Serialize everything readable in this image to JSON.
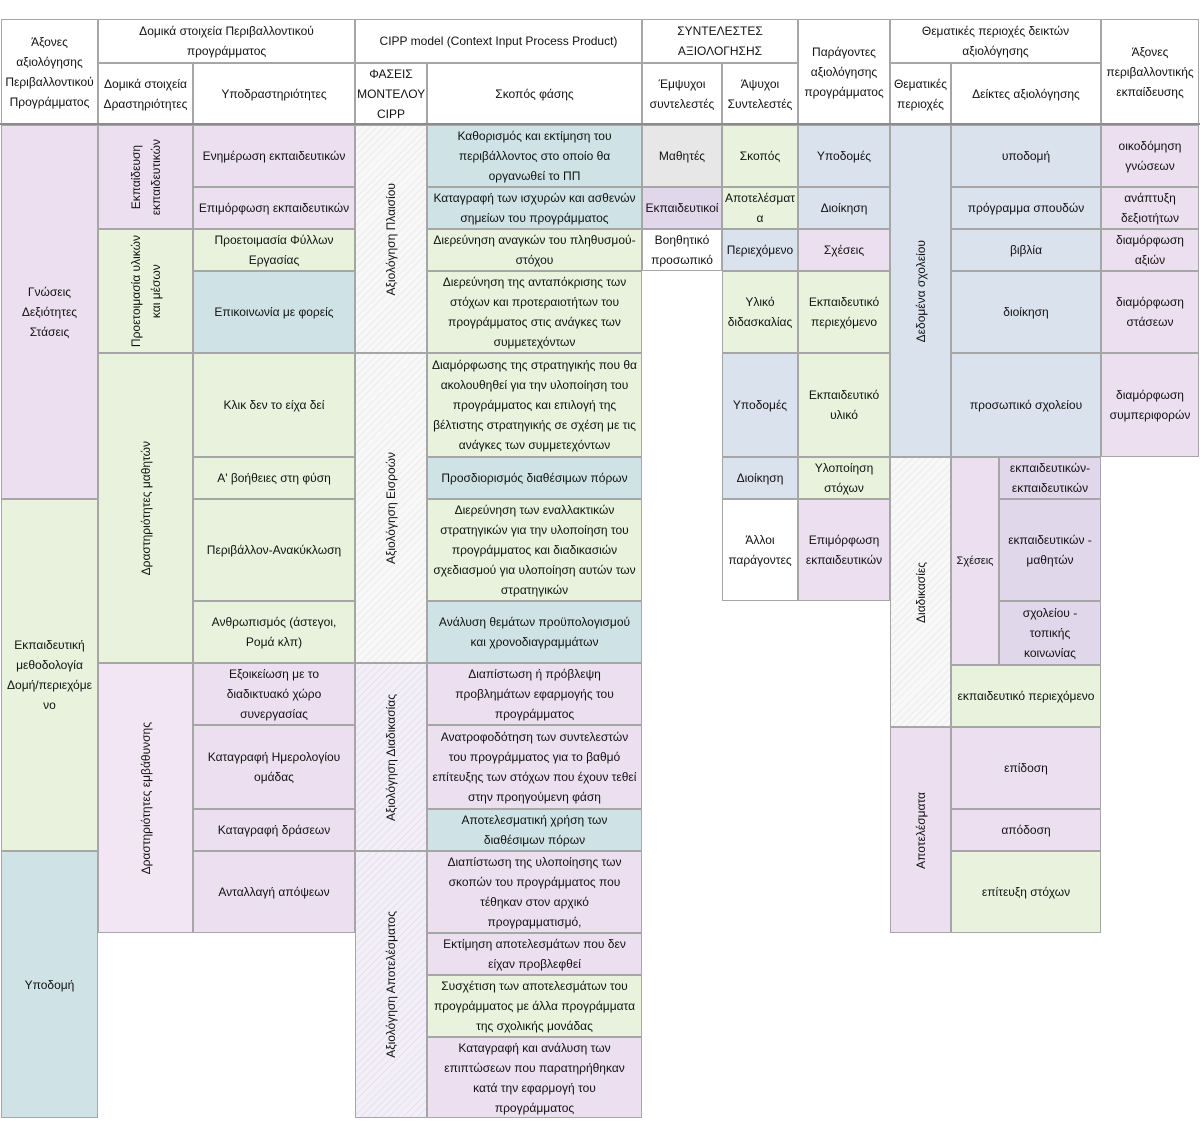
{
  "headers": {
    "axes_eval": "Άξονες αξιολόγησης Περιβαλλοντικού Προγράμματος",
    "structural": "Δομικά στοιχεία Περιβαλλοντικού προγράμματος",
    "structural_activities": "Δομικά στοιχεία Δραστηριότητες",
    "subactivities": "Υποδραστηριότητες",
    "cipp_model": "CIPP model (Context Input Process Product)",
    "model_phases": "ΦΑΣΕΙΣ ΜΟΝΤΕΛΟΥ CIPP",
    "phase_purpose": "Σκοπός φάσης",
    "eval_factors": "ΣΥΝΤΕΛΕΣΤΕΣ ΑΞΙΟΛΟΓΗΣΗΣ",
    "animate": "Έμψυχοι συντελεστές",
    "inanimate": "Άψυχοι Συντελεστές",
    "program_factors": "Παράγοντες αξιολόγησης προγράμματος",
    "thematic_indicators": "Θεματικές περιοχές δεικτών αξιολόγησης",
    "thematic_areas": "Θεματικές περιοχές",
    "indicators": "Δείκτες αξιολόγησης",
    "env_axes": "Άξονες περιβαλλοντικής εκπαίδευσης"
  },
  "axes": [
    "Γνώσεις\nΔεξιότητες\nΣτάσεις",
    "Εκπαιδευτική μεθοδολογία Δομή/περιεχόμε νο",
    "Υποδομή"
  ],
  "activities": [
    "Εκπαίδευση\nεκπαιδευτικών",
    "Προετοιμασία υλικών\nκαι μέσων",
    "Δραστηριότητες μαθητών",
    "Δραστηριότητες εμβάθυνσης"
  ],
  "subactivities": [
    "Ενημέρωση εκπαιδευτικών",
    "Επιμόρφωση εκπαιδευτικών",
    "Προετοιμασία Φύλλων Εργασίας",
    "Επικοινωνία με φορείς",
    "Κλικ δεν το είχα δεί",
    "Α' βοήθειες στη φύση",
    "Περιβάλλον-Ανακύκλωση",
    "Ανθρωπισμός (άστεγοι, Ρομά κλπ)",
    "Εξοικείωση με το διαδικτυακό χώρο συνεργασίας",
    "Καταγραφή Ημερολογίου ομάδας",
    "Καταγραφή δράσεων",
    "Ανταλλαγή απόψεων"
  ],
  "phases": [
    "Αξιολόγηση Πλαισίου",
    "Αξιολόγηση Εισροών",
    "Αξιολόγηση Διαδικασίας",
    "Αξιολόγηση Αποτελέσματος"
  ],
  "purposes": [
    "Καθορισμός και εκτίμηση του περιβάλλοντος στο οποίο θα οργανωθεί το ΠΠ",
    "Καταγραφή των ισχυρών και ασθενών σημείων του προγράμματος",
    "Διερεύνηση αναγκών του πληθυσμού-στόχου",
    "Διερεύνηση της ανταπόκρισης των στόχων και προτεραιοτήτων του προγράμματος στις ανάγκες των συμμετεχόντων",
    "Διαμόρφωσης της στρατηγικής που θα ακολουθηθεί για την υλοποίηση του προγράμματος και επιλογή της βέλτιστης στρατηγικής σε σχέση με τις ανάγκες των συμμετεχόντων",
    "Προσδιορισμός διαθέσιμων πόρων",
    "Διερεύνηση των εναλλακτικών στρατηγικών για την υλοποίηση του προγράμματος και διαδικασιών σχεδιασμού για υλοποίηση αυτών των στρατηγικών",
    "Ανάλυση θεμάτων προϋπολογισμού και χρονοδιαγραμμάτων",
    "Διαπίστωση ή πρόβλεψη προβλημάτων εφαρμογής του προγράμματος",
    "Ανατροφοδότηση των συντελεστών του προγράμματος για το βαθμό επίτευξης των στόχων που έχουν τεθεί στην προηγούμενη φάση",
    "Αποτελεσματική χρήση των διαθέσιμων πόρων",
    "Διαπίστωση της υλοποίησης των σκοπών του προγράμματος που τέθηκαν στον αρχικό προγραμματισμό,",
    "Εκτίμηση αποτελεσμάτων που δεν είχαν προβλεφθεί",
    "Συσχέτιση των αποτελεσμάτων του προγράμματος με άλλα προγράμματα της σχολικής μονάδας",
    "Καταγραφή και ανάλυση των επιπτώσεων που παρατηρήθηκαν κατά την εφαρμογή του προγράμματος"
  ],
  "animate": [
    "Μαθητές",
    "Εκπαιδευτικοί",
    "Βοηθητικό προσωπικό"
  ],
  "inanimate": [
    "Σκοπός",
    "Αποτελέσματ α",
    "Περιεχόμενο",
    "Υλικό διδασκαλίας",
    "Υποδομές",
    "Διοίκηση",
    "Άλλοι παράγοντες"
  ],
  "program_factors": [
    "Υποδομές",
    "Διοίκηση",
    "Σχέσεις",
    "Εκπαιδευτικό περιεχόμενο",
    "Εκπαιδευτικό υλικό",
    "Υλοποίηση στόχων",
    "Επιμόρφωση εκπαιδευτικών"
  ],
  "thematic_areas": [
    "Δεδομένα σχολείου",
    "Διαδικασίες",
    "Σχέσεις",
    "Αποτελέσματα"
  ],
  "indicators": [
    "υποδομή",
    "πρόγραμμα σπουδών",
    "βιβλία",
    "διοίκηση",
    "προσωπικό σχολείου",
    "εκπαιδευτικών-εκπαιδευτικών",
    "εκπαιδευτικών - μαθητών",
    "σχολείου - τοπικής κοινωνίας",
    "εκπαιδευτικό περιεχόμενο",
    "επίδοση",
    "απόδοση",
    "επίτευξη στόχων"
  ],
  "env_axes": [
    "οικοδόμηση γνώσεων",
    "ανάπτυξη δεξιοτήτων",
    "διαμόρφωση αξιών",
    "διαμόρφωση στάσεων",
    "διαμόρφωση συμπεριφορών"
  ]
}
